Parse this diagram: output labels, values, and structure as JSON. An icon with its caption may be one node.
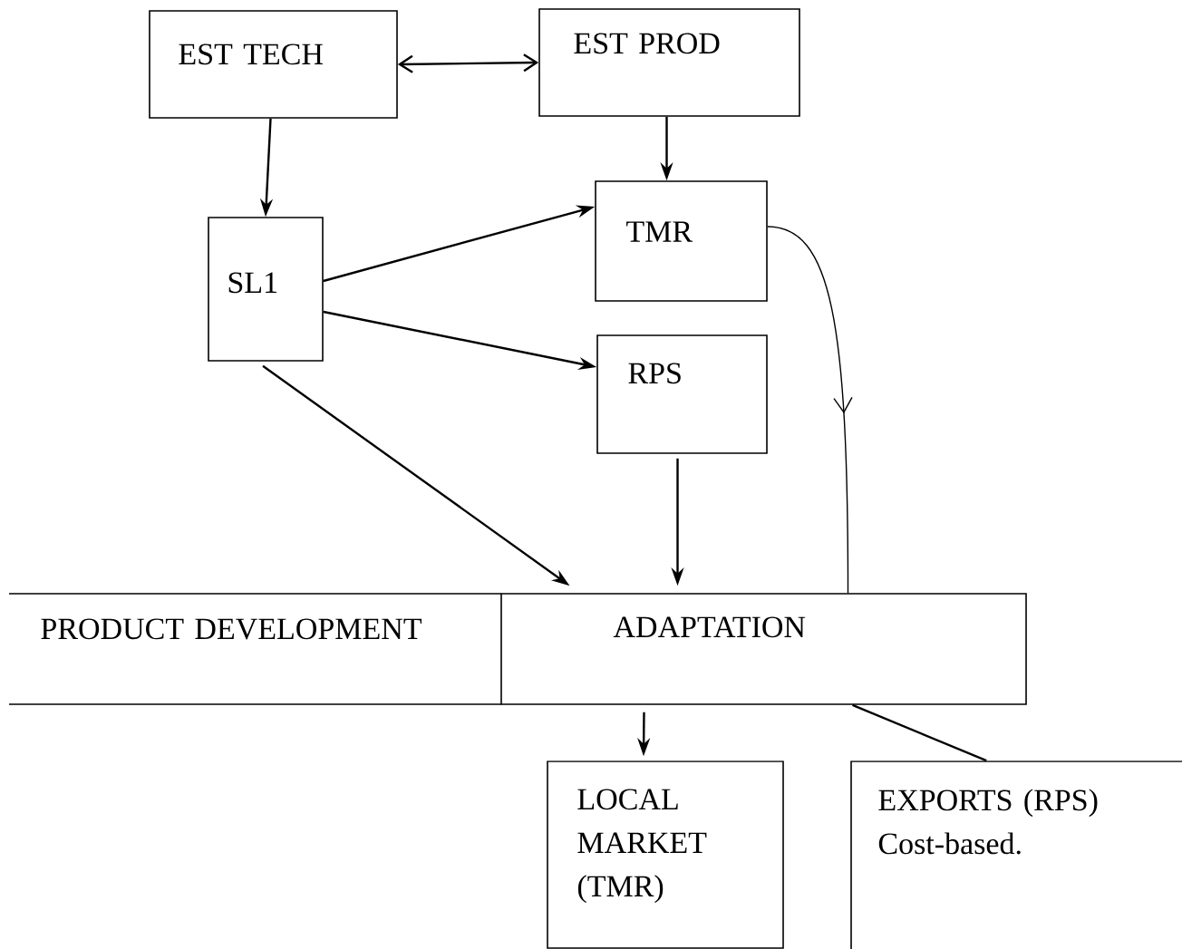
{
  "diagram": {
    "nodes": [
      {
        "text": [
          "EST TECH"
        ]
      },
      {
        "text": [
          "EST PROD"
        ]
      },
      {
        "text": [
          "TMR"
        ]
      },
      {
        "text": [
          "SL1"
        ]
      },
      {
        "text": [
          "RPS"
        ]
      },
      {
        "text": [
          "PRODUCT DEVELOPMENT"
        ]
      },
      {
        "text": [
          "ADAPTATION"
        ]
      },
      {
        "text": [
          "LOCAL MARKET (TMR)"
        ]
      },
      {
        "text": [
          "EXPORTS (RPS)",
          "Cost-based."
        ]
      }
    ],
    "edges": [
      {
        "from": 0,
        "to": 1,
        "arrow": "both"
      },
      {
        "from": 0,
        "to": 3,
        "arrow": "to"
      },
      {
        "from": 1,
        "to": 2,
        "arrow": "to"
      },
      {
        "from": 3,
        "to": 2,
        "arrow": "to"
      },
      {
        "from": 3,
        "to": 4,
        "arrow": "to"
      },
      {
        "from": 3,
        "to": 6,
        "arrow": "to"
      },
      {
        "from": 4,
        "to": 6,
        "arrow": "to"
      },
      {
        "from": 2,
        "to": 6,
        "arrow": "to"
      },
      {
        "from": 6,
        "to": 7,
        "arrow": "to"
      },
      {
        "from": 6,
        "to": 8,
        "arrow": "none"
      }
    ]
  }
}
